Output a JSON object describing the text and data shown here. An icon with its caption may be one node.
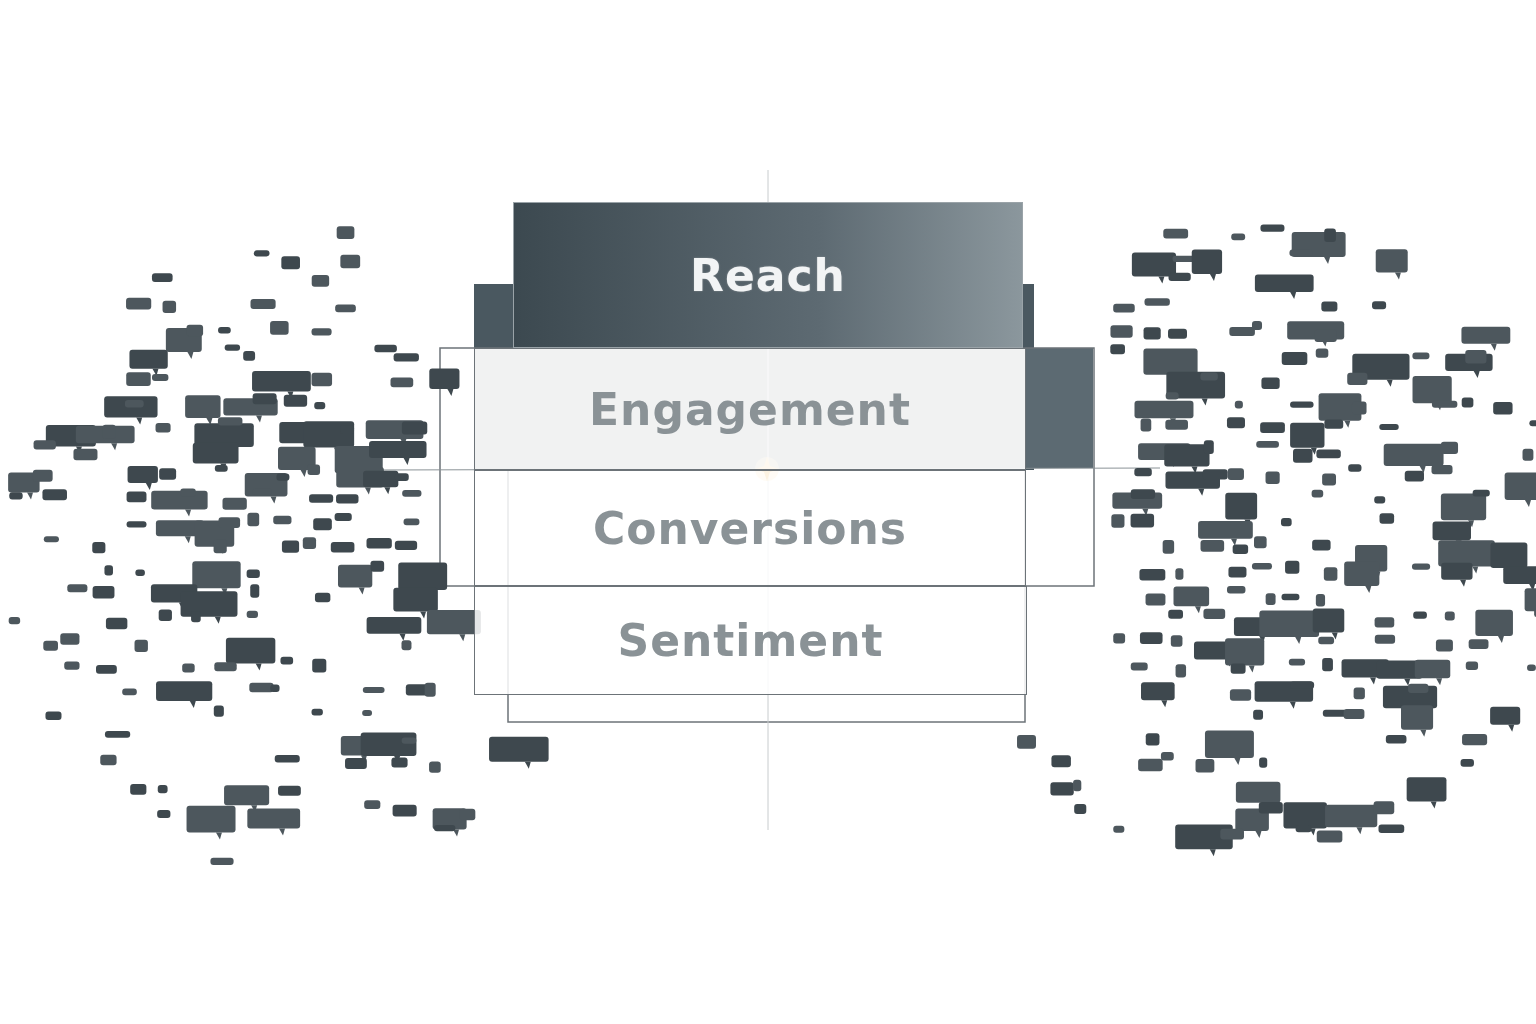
{
  "diagram": {
    "nodes": [
      {
        "text": [
          "Reach"
        ]
      },
      {
        "text": [
          "Engagement"
        ]
      },
      {
        "text": [
          "Conversions"
        ]
      },
      {
        "text": [
          "Sentiment"
        ]
      }
    ]
  }
}
